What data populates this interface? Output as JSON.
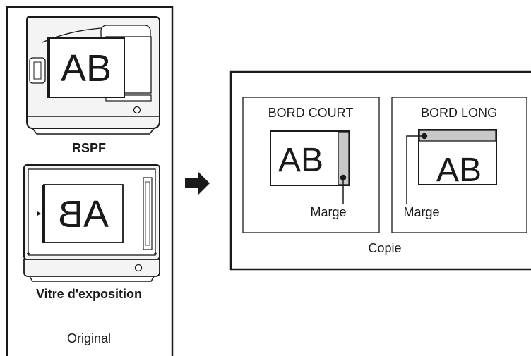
{
  "original_panel": {
    "rspf_label": "RSPF",
    "rspf_doc_text": "AB",
    "glass_label": "Vitre d'exposition",
    "glass_doc_text": "AB",
    "caption": "Original"
  },
  "copy_panel": {
    "short_edge": {
      "title": "BORD COURT",
      "doc_text": "AB",
      "margin_label": "Marge"
    },
    "long_edge": {
      "title": "BORD LONG",
      "doc_text": "AB",
      "margin_label": "Marge"
    },
    "caption": "Copie"
  },
  "icons": {
    "arrow": "right-arrow-icon"
  },
  "colors": {
    "stroke": "#1a1a1a",
    "margin_fill": "#c8c8c8",
    "machine_fill": "#f2f2f2"
  }
}
